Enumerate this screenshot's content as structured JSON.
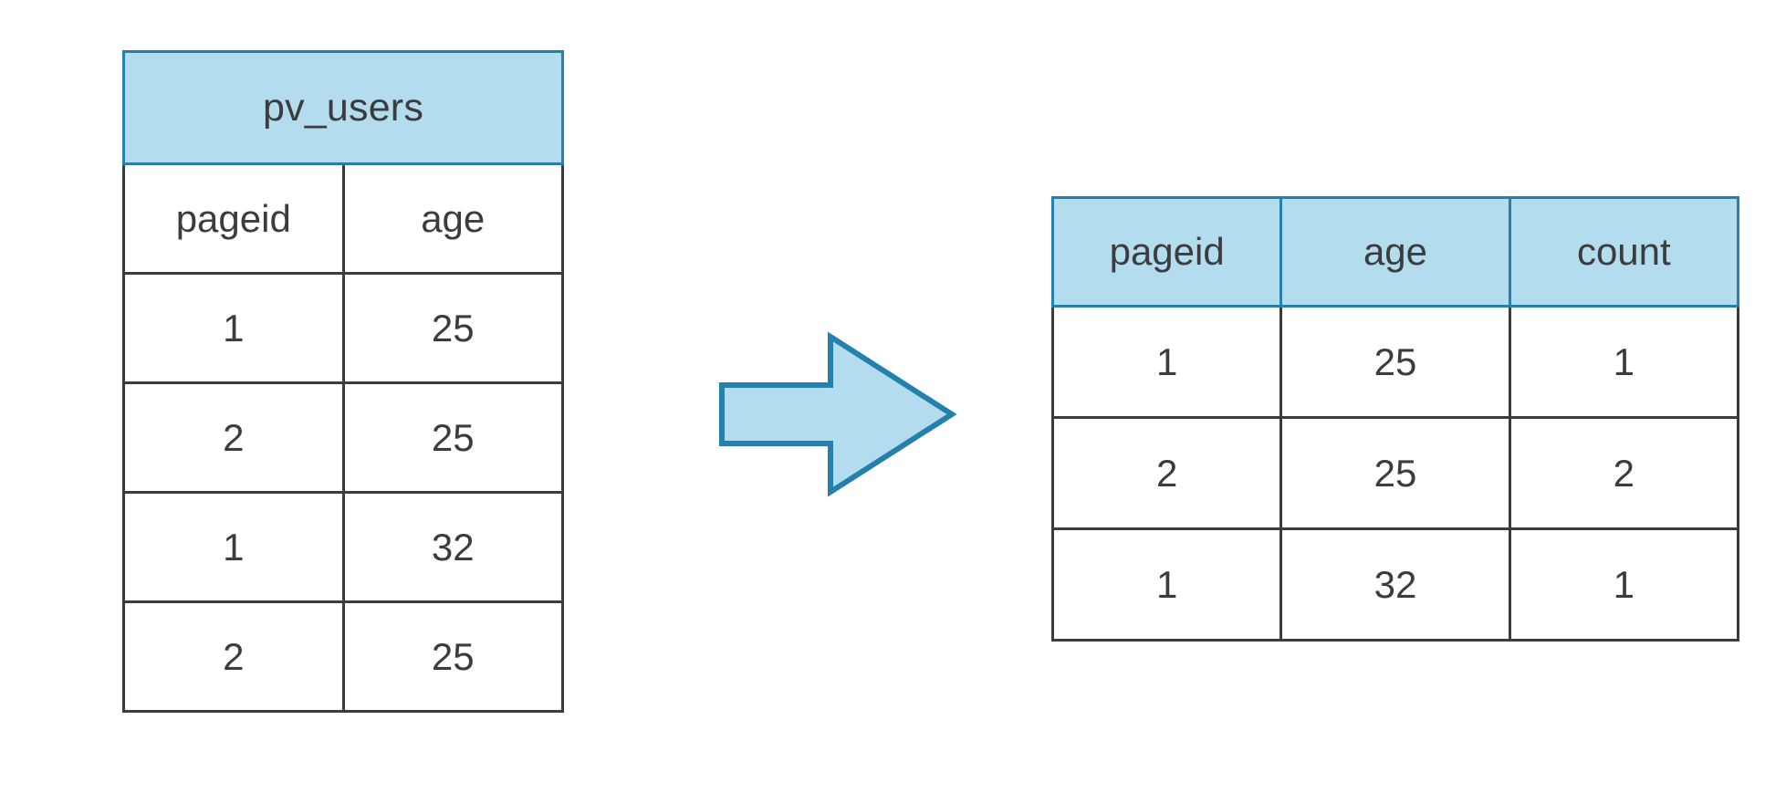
{
  "canvas": {
    "background": "#ffffff",
    "accent_blue_fill": "#b3dcef",
    "accent_blue_stroke": "#2480ac",
    "grid_line": "#3c3c3c",
    "text_color": "#3c3c3c"
  },
  "source_table": {
    "title": "pv_users",
    "columns": [
      "pageid",
      "age"
    ],
    "rows": [
      [
        "1",
        "25"
      ],
      [
        "2",
        "25"
      ],
      [
        "1",
        "32"
      ],
      [
        "2",
        "25"
      ]
    ]
  },
  "arrow": {
    "icon": "right-arrow-icon",
    "direction": "right",
    "fill": "#b3dcef",
    "stroke": "#2480ac"
  },
  "result_table": {
    "title": "",
    "columns": [
      "pageid",
      "age",
      "count"
    ],
    "rows": [
      [
        "1",
        "25",
        "1"
      ],
      [
        "2",
        "25",
        "2"
      ],
      [
        "1",
        "32",
        "1"
      ]
    ]
  }
}
